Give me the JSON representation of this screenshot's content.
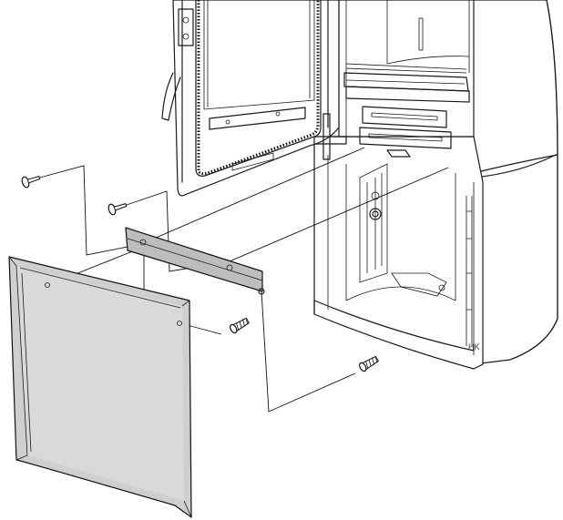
{
  "mark": "HK",
  "colors": {
    "panel_fill": "#cfcfcf",
    "panel_face": "#d9d9d9",
    "bracket_fill": "#bdbdbd",
    "line": "#1a1a1a",
    "background": "#ffffff"
  },
  "parts": {
    "stove": "stove-body",
    "door": "open-door",
    "bracket": "mounting-bracket",
    "cover": "front-cover-panel",
    "screws": [
      "screw-top-left",
      "screw-top-mid",
      "screw-lower-mid",
      "screw-lower-right"
    ]
  }
}
